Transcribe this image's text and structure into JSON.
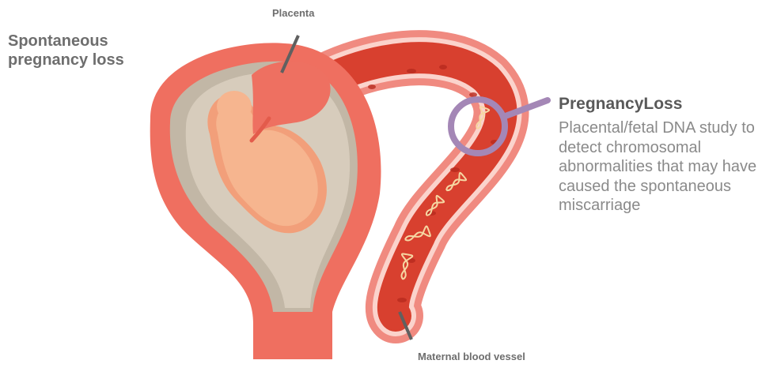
{
  "labels": {
    "main_title": "Spontaneous pregnancy loss",
    "placenta": "Placenta",
    "vessel": "Maternal blood vessel"
  },
  "study": {
    "title": "PregnancyLoss",
    "description": "Placental/fetal DNA study to detect chromosomal abnormalities that may have caused the spontaneous miscarriage"
  },
  "colors": {
    "uterus": "#ef6f60",
    "uterus_inner": "#f49a8c",
    "amniotic": "#d7ccbc",
    "amniotic_shadow": "#c2b7a6",
    "fetus": "#f6b58f",
    "fetus_shade": "#f29f7a",
    "placenta": "#ee7061",
    "vessel_wall": "#f08a80",
    "vessel_lumen": "#d8402f",
    "vessel_highlight": "#fbd3cc",
    "dna": "#f6d7a3",
    "magnifier": "#a487b6",
    "pointer": "#606060"
  }
}
